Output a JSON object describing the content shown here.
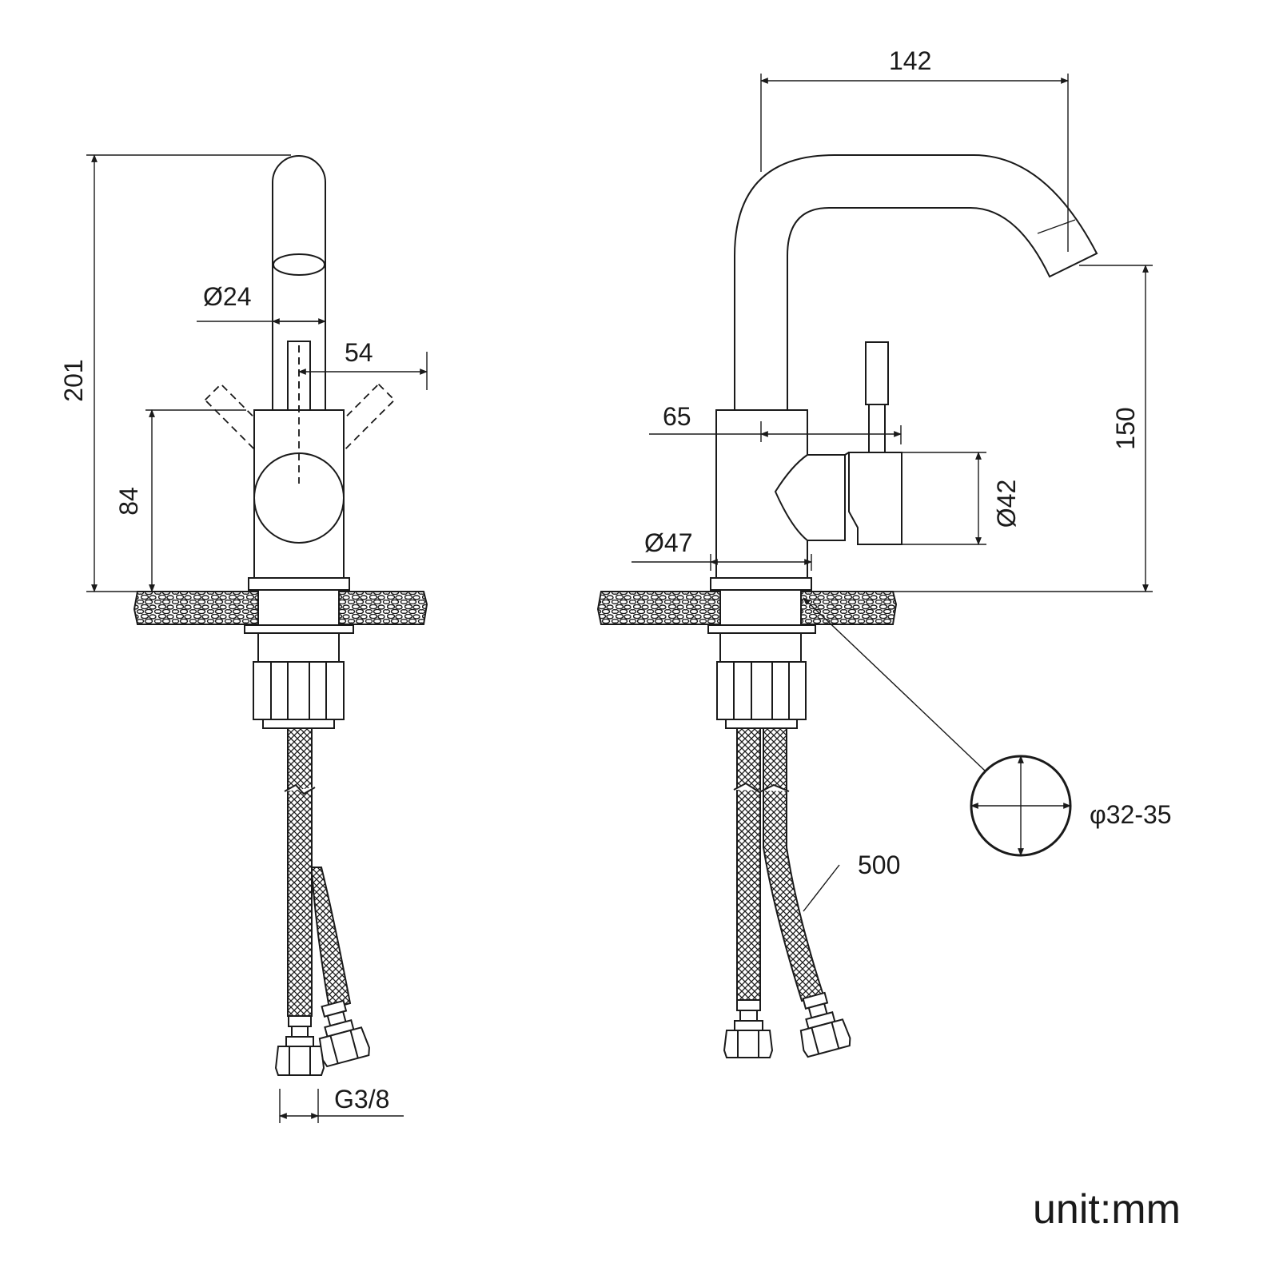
{
  "front_view": {
    "height_total": "201",
    "height_body": "84",
    "spout_diameter": "Ø24",
    "handle_offset": "54",
    "thread": "G3/8"
  },
  "side_view": {
    "reach": "142",
    "spout_height": "150",
    "handle_axis": "65",
    "handle_diameter": "Ø42",
    "base_diameter": "Ø47",
    "hole_diameter": "φ32-35",
    "hose_length": "500"
  },
  "unit_label": "unit:mm"
}
